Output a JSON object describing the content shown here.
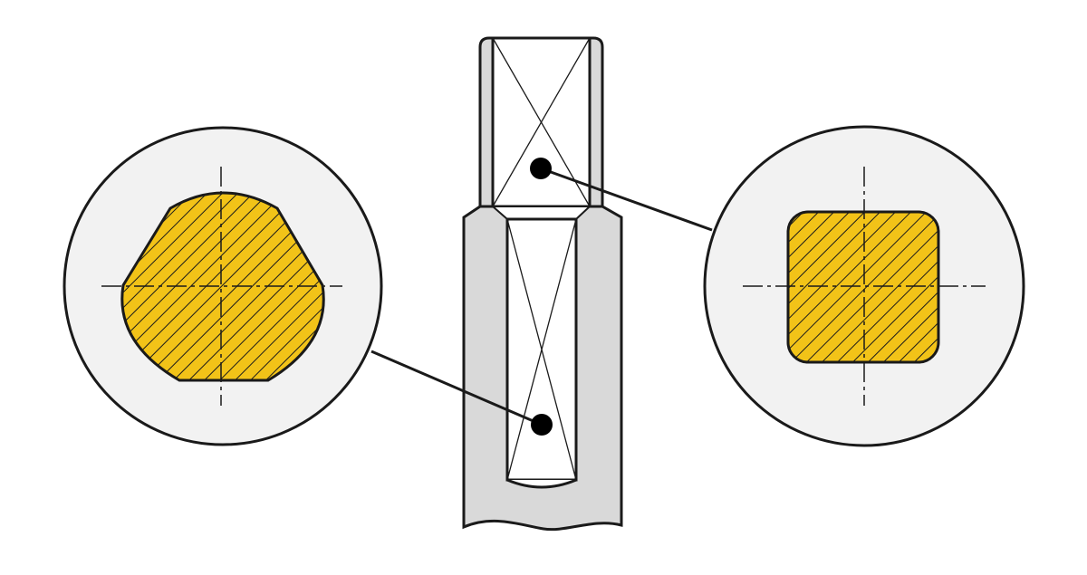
{
  "figure": {
    "subject": "",
    "colors": {
      "background": "#ffffff",
      "outline": "#1a1a1a",
      "shaft_fill": "#d9d9d9",
      "detail_circle_fill": "#f2f2f2",
      "section_fill": "#f2c318",
      "hatch": "#1a1a1a",
      "inner_bore": "#ffffff"
    },
    "details": [
      {
        "id": "left-detail",
        "section_shape": "hexagonal cross-section with rounded flats"
      },
      {
        "id": "right-detail",
        "section_shape": "square cross-section with rounded corners"
      }
    ],
    "markers": [
      {
        "id": "upper-marker",
        "links_to": "right-detail"
      },
      {
        "id": "lower-marker",
        "links_to": "left-detail"
      }
    ]
  }
}
